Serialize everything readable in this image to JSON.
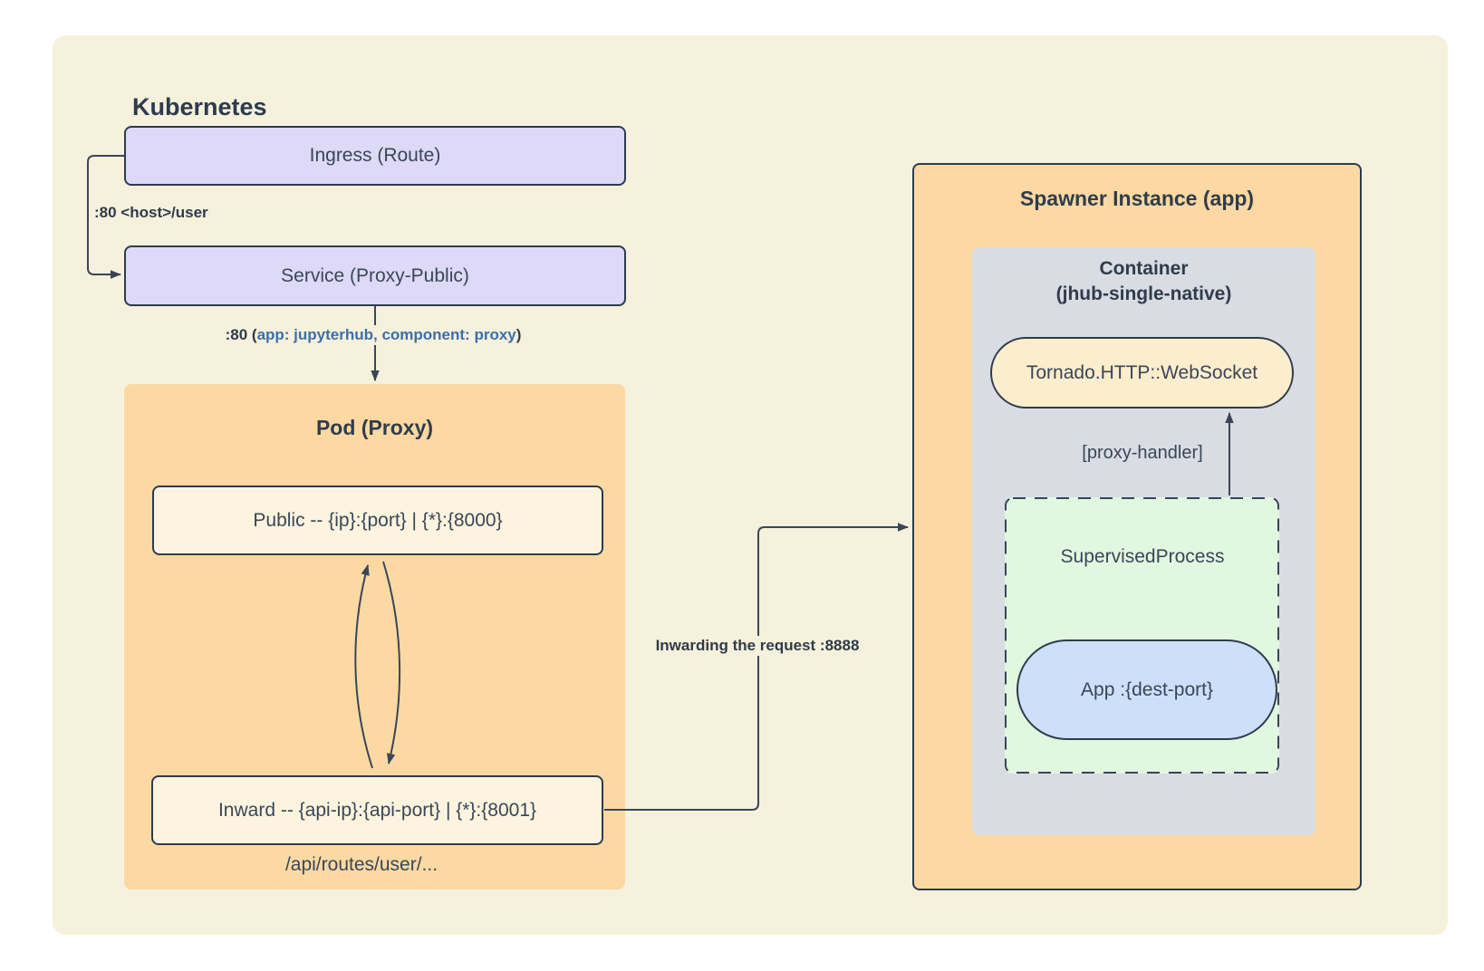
{
  "diagram_title": "Kubernetes",
  "colors": {
    "page_background": "#ffffff",
    "canvas_background": "#f5f1dd",
    "node_purple": "#ddd9f7",
    "node_orange": "#fcd9a2",
    "node_cream": "#fcf4df",
    "node_peach": "#fcedcc",
    "node_gray": "#d9dce3",
    "node_green": "#e2f7e0",
    "node_blue": "#cee0f9",
    "stroke": "#2e3b4d",
    "connector": "#3a4557",
    "text": "#3a4658",
    "edge_label_blue": "#3d6fa8"
  },
  "nodes": {
    "ingress": {
      "label": "Ingress (Route)"
    },
    "service": {
      "label": "Service (Proxy-Public)"
    },
    "pod": {
      "title": "Pod (Proxy)",
      "public_label": "Public -- {ip}:{port} | {*}:{8000}",
      "inward_label": "Inward -- {api-ip}:{api-port} | {*}:{8001}",
      "routes_note": "/api/routes/user/..."
    },
    "spawner": {
      "title": "Spawner Instance (app)",
      "container": {
        "title_line1": "Container",
        "title_line2": "(jhub-single-native)",
        "tornado_label": "Tornado.HTTP::WebSocket",
        "supervised_label": "SupervisedProcess",
        "app_label": "App :{dest-port}"
      }
    }
  },
  "edge_labels": {
    "ingress_to_service": ":80 <host>/user",
    "service_to_pod_prefix": ":80 (",
    "service_to_pod_selector": "app: jupyterhub, component: proxy",
    "service_to_pod_suffix": ")",
    "inward_to_spawner": "Inwarding the request :8888",
    "proxy_handler": "[proxy-handler]"
  }
}
